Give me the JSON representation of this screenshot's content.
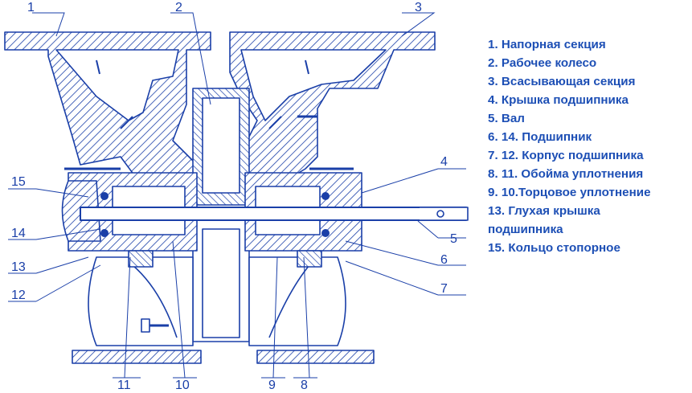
{
  "colors": {
    "line": "#1a3fa8",
    "hatch": "#1a3fa8",
    "fill_light": "#dfe8f8",
    "legend_text": "#1d4fb5",
    "background": "#ffffff"
  },
  "callouts": [
    "1",
    "2",
    "3",
    "4",
    "5",
    "6",
    "7",
    "8",
    "9",
    "10",
    "11",
    "12",
    "13",
    "14",
    "15"
  ],
  "legend": [
    "1. Напорная секция",
    "2. Рабочее колесо",
    "3. Всасывающая секция",
    "4. Крышка подшипника",
    "5. Вал",
    "6. 14. Подшипник",
    "7. 12. Корпус подшипника",
    "8. 11. Обойма уплотнения",
    "9. 10.Торцовое уплотнение",
    "13. Глухая крышка",
    "подшипника",
    "15. Кольцо стопорное"
  ]
}
